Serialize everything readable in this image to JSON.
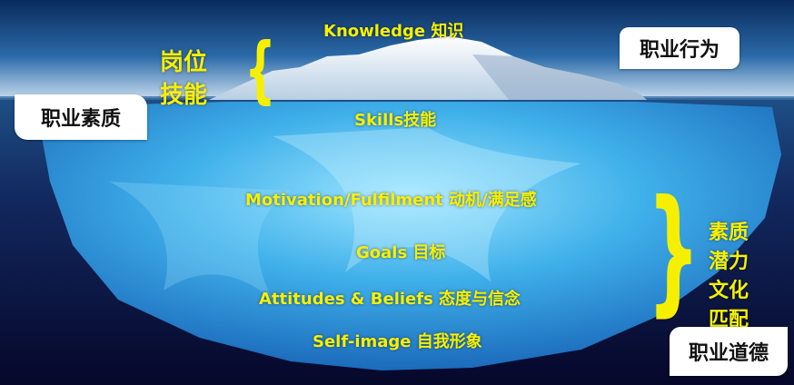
{
  "colors": {
    "sky_top": "#0a2a5c",
    "sky_mid": "#1d5a9a",
    "horizon": "#cfe1f2",
    "sea_deep": "#0b0d3a",
    "ice_underwater": "#49b9ee",
    "label_yellow": "#f6f000",
    "card_white": "#ffffff"
  },
  "top_labels": {
    "knowledge": "Knowledge  知识",
    "skills": "Skills技能"
  },
  "left_side_label": {
    "line1": "岗位",
    "line2": "技能"
  },
  "underwater_labels": {
    "motivation": "Motivation/Fulfilment  动机/满足感",
    "goals": "Goals  目标",
    "attitudes": "Attitudes & Beliefs  态度与信念",
    "self_image": "Self-image  自我形象"
  },
  "right_side_label": {
    "line1": "素质",
    "line2": "潜力",
    "line3": "文化",
    "line4": "匹配"
  },
  "cards": {
    "top_right": "职业行为",
    "left": "职业素质",
    "bottom_right": "职业道德"
  },
  "braces": {
    "open": "{",
    "close": "}"
  }
}
